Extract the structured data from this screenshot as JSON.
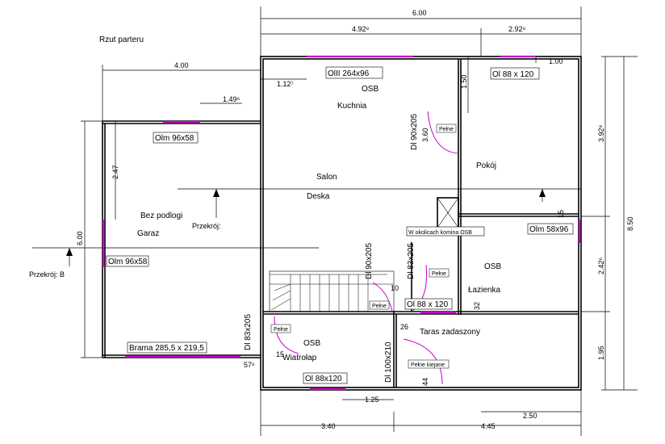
{
  "title": "Rzut parteru",
  "rooms": {
    "kuchnia": "Kuchnia",
    "salon": "Salon",
    "deska": "Deska",
    "pokoj": "Pokój",
    "garaz": "Garaz",
    "bez_podlogi": "Bez podlogi",
    "lazienka": "Łazienka",
    "wiatrolap": "Wiatrołap",
    "taras": "Taras zadaszony",
    "osb_kitchen": "OSB",
    "osb_bath": "OSB",
    "osb_entry": "OSB"
  },
  "labels": {
    "olll": "OlII 264x96",
    "ol_88x120_top": "Ol 88 x 120",
    "olm_96x58_top": "Olm 96x58",
    "olm_96x58_left": "Olm 96x58",
    "olm_58x96": "Olm 58x96",
    "dl_90x205_top": "Dl 90x205",
    "dl_90x205_stair": "Dl 90x205",
    "dl_83x205_bath": "Dl 83x205",
    "dl_83x205_entry": "Dl 83x205",
    "dl_100x210": "Dl 100x210",
    "ol_88x120_mid": "Ol 88 x 120",
    "ol_88x120_bottom": "Ol 88x120",
    "brama": "Brama 285,5 x 219,5",
    "komin": "W okolicach komina OSB",
    "pelne": "Pełne",
    "pelne_kiejane": "Pełne kiejane",
    "przekroj": "Przekrój:",
    "przekroj_b": "Przekrój: B"
  },
  "dims": {
    "d600_top": "6.00",
    "d492": "4.92⁸",
    "d292": "2.92⁸",
    "d400": "4.00",
    "d112": "1.12⁷",
    "d149": "1.49⁶",
    "d100": "1.00",
    "d150": "1.50",
    "d360": "3.60",
    "d392": "3.92⁸",
    "d850": "8.50",
    "d247": "2.47",
    "d600_left": "6.00",
    "d242": "2.42⁶",
    "d195": "1.95",
    "d15": "15",
    "d10": "10",
    "d32": "32",
    "d57": "57⁶",
    "d15b": "15",
    "d26": "26",
    "d44": "44",
    "d125": "1.25",
    "d250": "2.50",
    "d340": "3.40",
    "d445": "4.45"
  },
  "colors": {
    "wall": "#000000",
    "opening": "#cc00cc",
    "dimension": "#000000"
  }
}
